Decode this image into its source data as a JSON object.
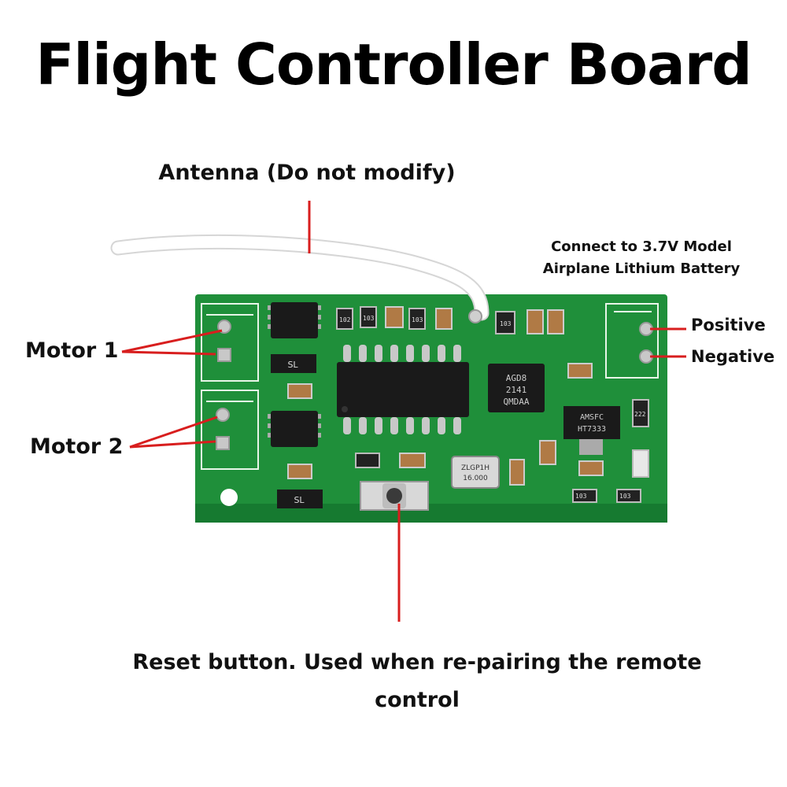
{
  "title": "Flight Controller Board",
  "callouts": {
    "antenna": "Antenna (Do not modify)",
    "battery_line1": "Connect to 3.7V Model",
    "battery_line2": "Airplane Lithium Battery",
    "motor1": "Motor 1",
    "motor2": "Motor 2",
    "positive": "Positive",
    "negative": "Negative",
    "reset": "Reset button. Used when re-pairing the remote control"
  },
  "chip_text": {
    "mcu_line1": "AGD8",
    "mcu_line2": "2141",
    "mcu_line3": "QMDAA",
    "regulator_line1": "AMSFC",
    "regulator_line2": "HT7333",
    "crystal_line1": "ZLGP1H",
    "crystal_line2": "16.000",
    "sl_top": "SL",
    "sl_bottom": "SL",
    "resistor_102": "102",
    "resistor_103a": "103",
    "resistor_103b": "103",
    "resistor_103c": "103",
    "resistor_222": "222",
    "resistor_103d": "103",
    "resistor_103e": "103"
  },
  "colors": {
    "pcb": "#1f8f3a",
    "pcb_dark": "#167a30",
    "silkscreen": "#e8f5e8",
    "callout_line": "#d81e1e",
    "chip": "#1a1a1a"
  }
}
